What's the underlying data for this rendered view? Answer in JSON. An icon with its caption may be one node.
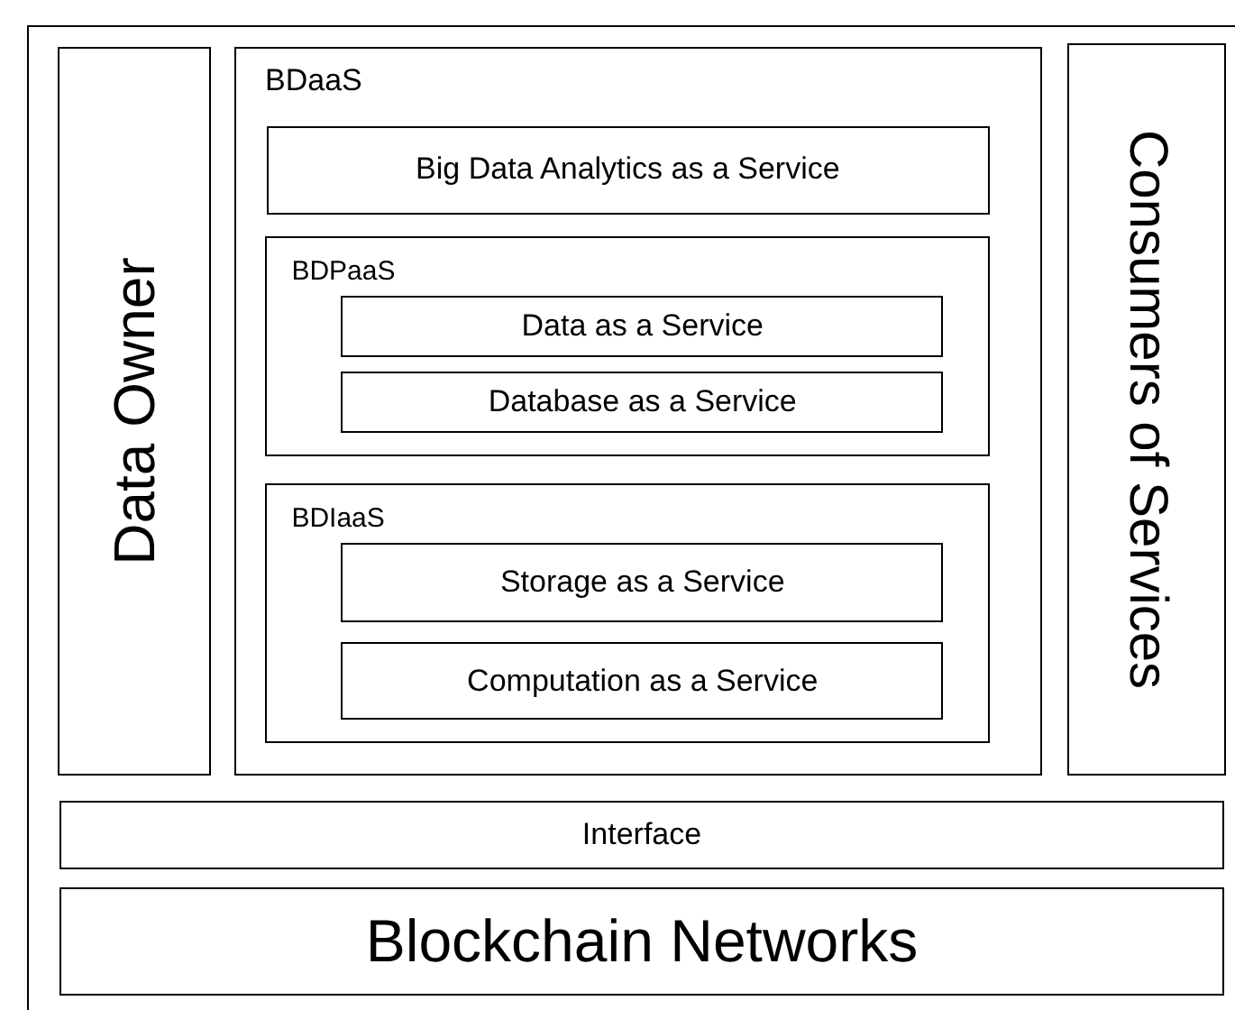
{
  "diagram": {
    "nodes": [
      {
        "text": [
          "Data Owner"
        ]
      },
      {
        "text": [
          "BDaaS"
        ]
      },
      {
        "text": [
          "Big Data Analytics as a Service"
        ],
        "in": 1
      },
      {
        "text": [
          "BDPaaS"
        ],
        "in": 1
      },
      {
        "text": [
          "Data as a Service"
        ],
        "in": 3
      },
      {
        "text": [
          "Database as a Service"
        ],
        "in": 3
      },
      {
        "text": [
          "BDIaaS"
        ],
        "in": 1
      },
      {
        "text": [
          "Storage as a Service"
        ],
        "in": 6
      },
      {
        "text": [
          "Computation as a Service"
        ],
        "in": 6
      },
      {
        "text": [
          "Consumers of Services"
        ]
      },
      {
        "text": [
          "Interface"
        ]
      },
      {
        "text": [
          "Blockchain Networks"
        ]
      }
    ]
  }
}
